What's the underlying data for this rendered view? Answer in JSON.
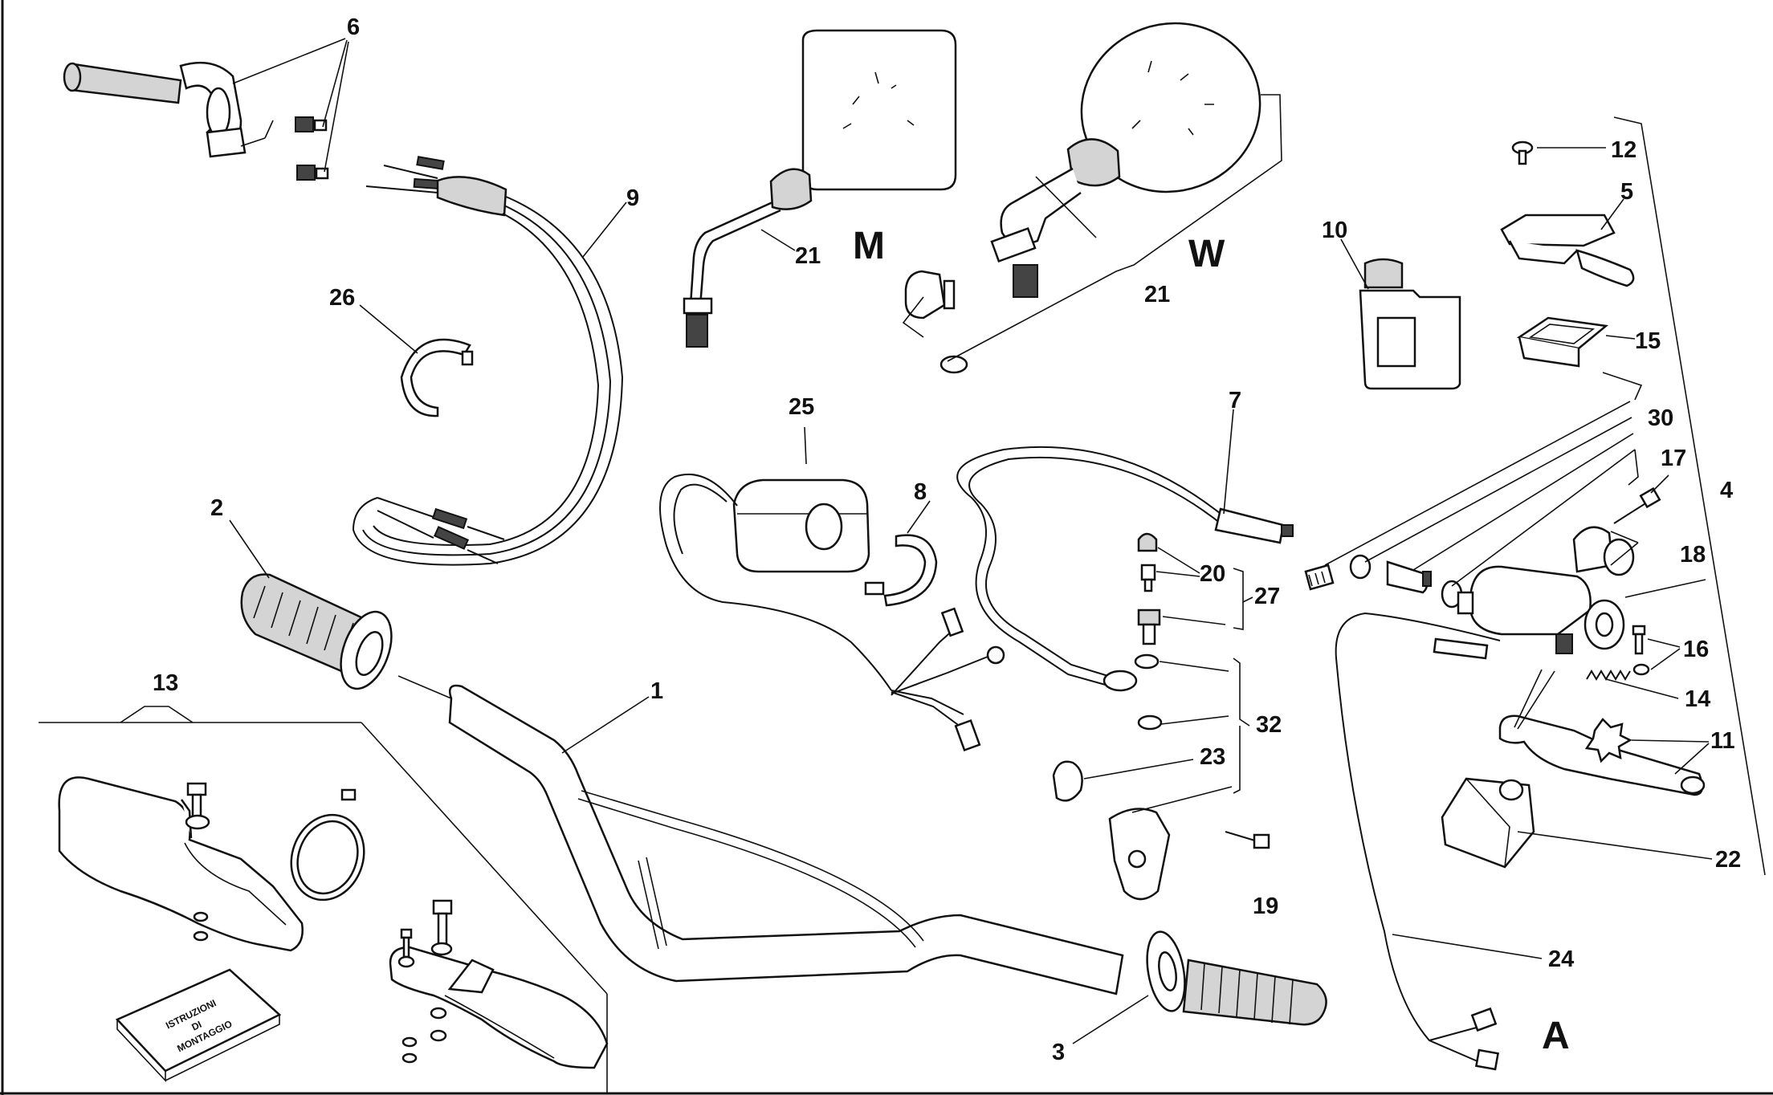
{
  "labels": {
    "l1": "1",
    "l2": "2",
    "l3": "3",
    "l4": "4",
    "l5": "5",
    "l6": "6",
    "l7": "7",
    "l8": "8",
    "l9": "9",
    "l10": "10",
    "l11": "11",
    "l12": "12",
    "l13": "13",
    "l14": "14",
    "l15": "15",
    "l16": "16",
    "l17": "17",
    "l18": "18",
    "l19": "19",
    "l20": "20",
    "l21a": "21",
    "l21b": "21",
    "l22": "22",
    "l23": "23",
    "l24": "24",
    "l25": "25",
    "l26": "26",
    "l27": "27",
    "l30": "30",
    "l32": "32"
  },
  "variants": {
    "m": "M",
    "w": "W"
  },
  "detail": "A",
  "booklet": {
    "line1": "ISTRUZIONI",
    "line2": "DI",
    "line3": "MONTAGGIO"
  }
}
